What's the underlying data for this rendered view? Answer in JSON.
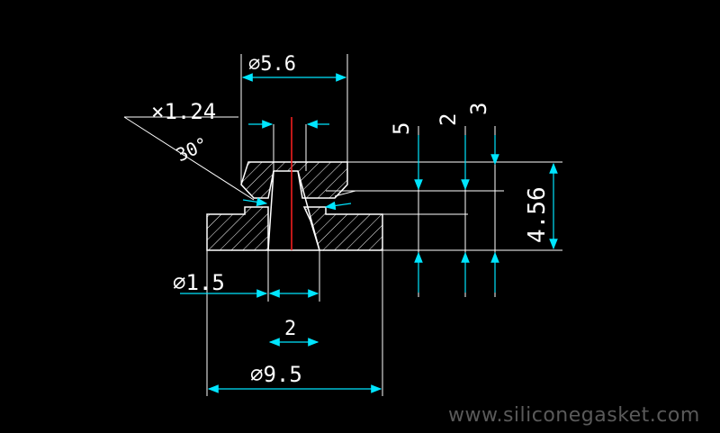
{
  "drawing": {
    "dimensions": {
      "top_diameter": "⌀5.6",
      "chamfer": "×1.24",
      "angle": "30°",
      "stack_a": "5",
      "stack_b": "2",
      "stack_c": "3",
      "height": "4.56",
      "left_diameter": "⌀1.5",
      "inner_gap": "2",
      "bottom_diameter": "⌀9.5"
    },
    "watermark": "www.siliconegasket.com"
  },
  "colors": {
    "background": "#000000",
    "outline": "#ffffff",
    "dimension": "#00ffff",
    "centerline": "#ff2020"
  }
}
